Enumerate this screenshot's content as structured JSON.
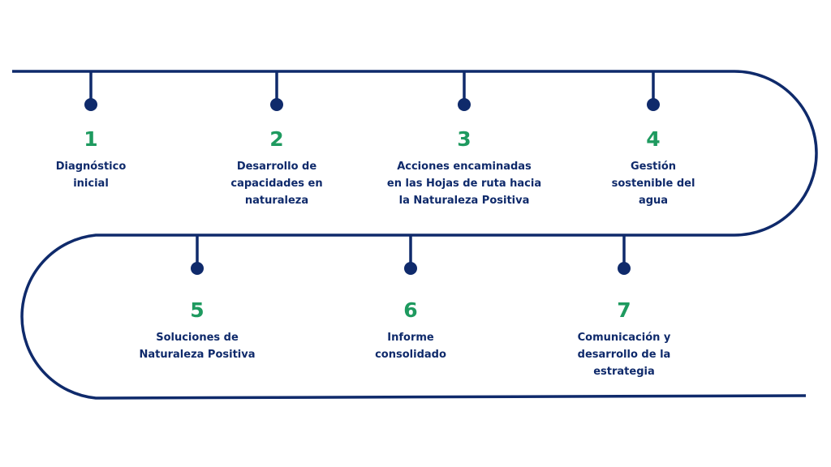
{
  "colors": {
    "line": "#0f2a6b",
    "number": "#1e9a5f",
    "text": "#0f2a6b"
  },
  "steps": [
    {
      "number": "1",
      "label": "Diagnóstico\ninicial"
    },
    {
      "number": "2",
      "label": "Desarrollo de\ncapacidades en\nnaturaleza"
    },
    {
      "number": "3",
      "label": "Acciones encaminadas\nen las Hojas de ruta hacia\nla Naturaleza Positiva"
    },
    {
      "number": "4",
      "label": "Gestión\nsostenible del\nagua"
    },
    {
      "number": "5",
      "label": "Soluciones de\nNaturaleza Positiva"
    },
    {
      "number": "6",
      "label": "Informe\nconsolidado"
    },
    {
      "number": "7",
      "label": "Comunicación y\ndesarrollo de la\nestrategia"
    }
  ]
}
